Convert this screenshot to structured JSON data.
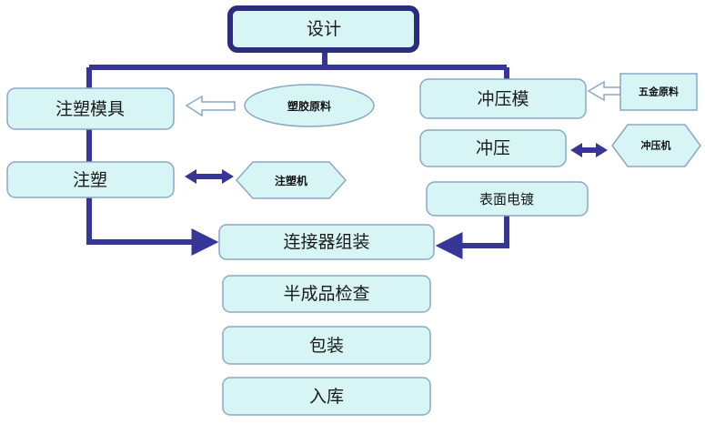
{
  "colors": {
    "box_fill": "#d7f5f5",
    "box_stroke": "#8aa7c5",
    "top_border": "#2b2b80",
    "connector": "#363696",
    "hollow_arrow": "#8aa7c5",
    "shape_fill": "#d7f5f5"
  },
  "boxes": {
    "design": "设计",
    "injection_mold": "注塑模具",
    "injection": "注塑",
    "stamping_die": "冲压模",
    "stamping": "冲压",
    "plating": "表面电镀",
    "assembly": "连接器组装",
    "semi_inspection": "半成品检查",
    "packaging": "包装",
    "warehousing": "入库"
  },
  "materials": {
    "plastic_material": "塑胶原料",
    "metal_material": "五金原料"
  },
  "machines": {
    "injection_machine": "注塑机",
    "stamping_machine": "冲压机"
  }
}
